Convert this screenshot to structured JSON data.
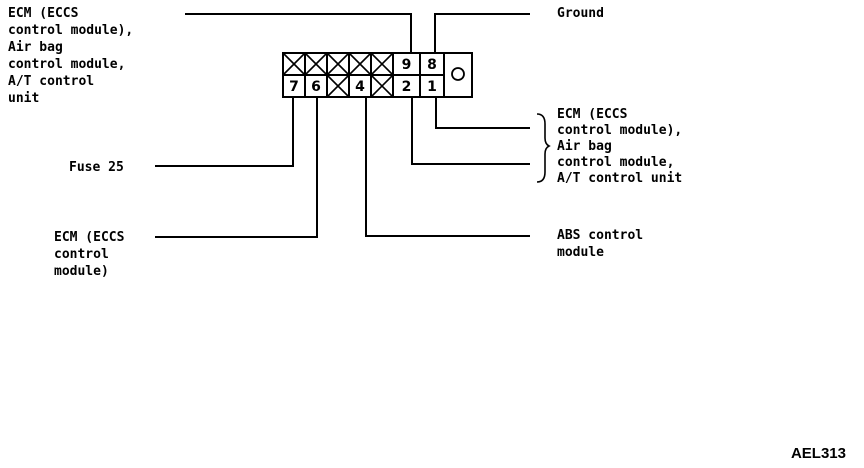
{
  "connector": {
    "top_pins": [
      "9",
      "8"
    ],
    "bottom_pins": [
      "7",
      "6",
      "4",
      "2",
      "1"
    ]
  },
  "labels": {
    "ecm_airbag_at_left": [
      "ECM (ECCS",
      "control module),",
      "Air bag",
      "control module,",
      "A/T control",
      "unit"
    ],
    "ground": "Ground",
    "ecm_airbag_at_right": [
      "ECM (ECCS",
      "control module),",
      "Air bag",
      "control module,",
      "A/T control unit"
    ],
    "fuse": "Fuse 25",
    "ecm_module": [
      "ECM (ECCS",
      "control",
      "module)"
    ],
    "abs": [
      "ABS control",
      "module"
    ]
  },
  "figure_code": "AEL313",
  "icons": {
    "unused_cavity": "cross-mark-icon",
    "connector_lock": "circle-icon",
    "brace": "right-brace-icon"
  },
  "colors": {
    "ink": "#000000",
    "background": "#ffffff"
  }
}
